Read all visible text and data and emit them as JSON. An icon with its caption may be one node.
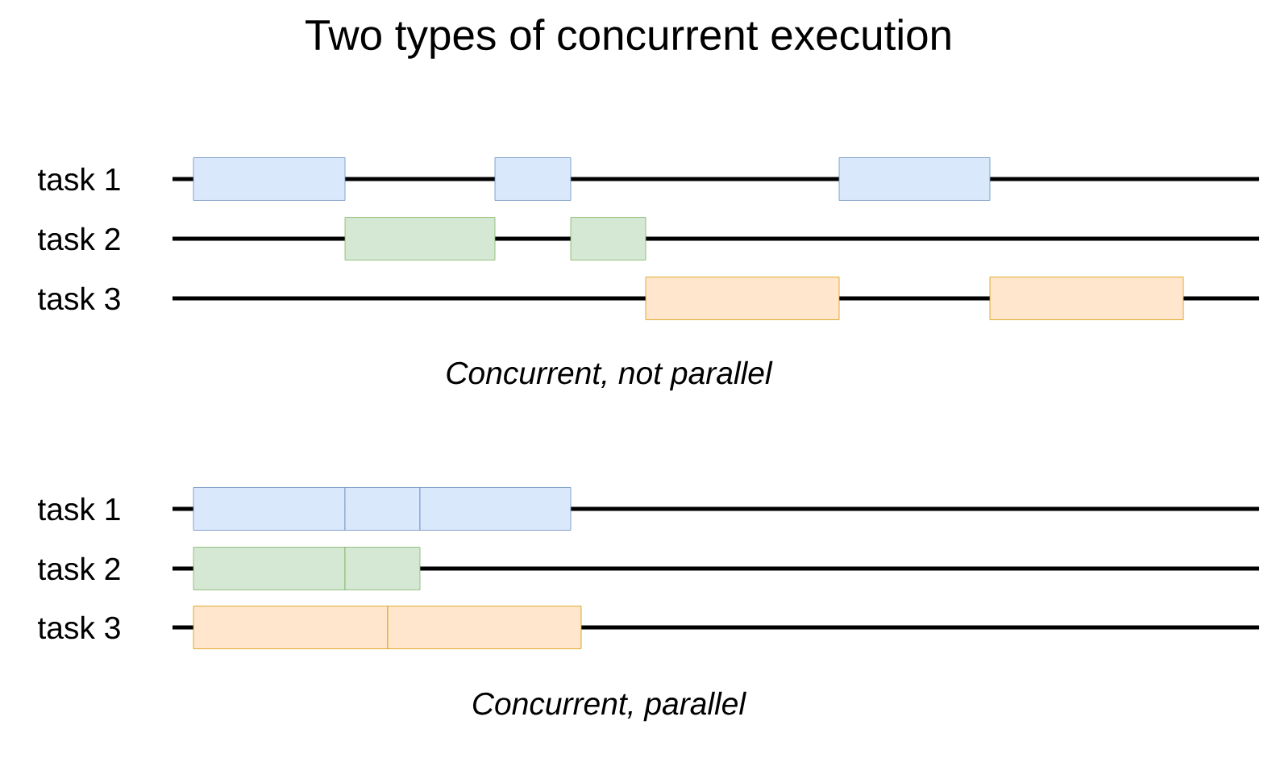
{
  "diagram": {
    "title": "Two types of concurrent execution",
    "nodes": [
      {
        "text": [],
        "shape": "box"
      },
      {
        "text": [],
        "shape": "box"
      },
      {
        "text": [],
        "shape": "box"
      },
      {
        "text": [],
        "shape": "box"
      },
      {
        "text": [],
        "shape": "box"
      },
      {
        "text": [],
        "shape": "box"
      },
      {
        "text": [],
        "shape": "box"
      },
      {
        "text": [],
        "shape": "box"
      },
      {
        "text": [],
        "shape": "box"
      },
      {
        "text": [],
        "shape": "box"
      },
      {
        "text": [],
        "shape": "box"
      },
      {
        "text": [],
        "shape": "box"
      },
      {
        "text": [],
        "shape": "box"
      },
      {
        "text": [],
        "shape": "box"
      }
    ],
    "labels": [
      "task 1",
      "task 2",
      "task 3",
      "Concurrent, not parallel",
      "task 1",
      "task 2",
      "task 3",
      "Concurrent, parallel"
    ]
  }
}
